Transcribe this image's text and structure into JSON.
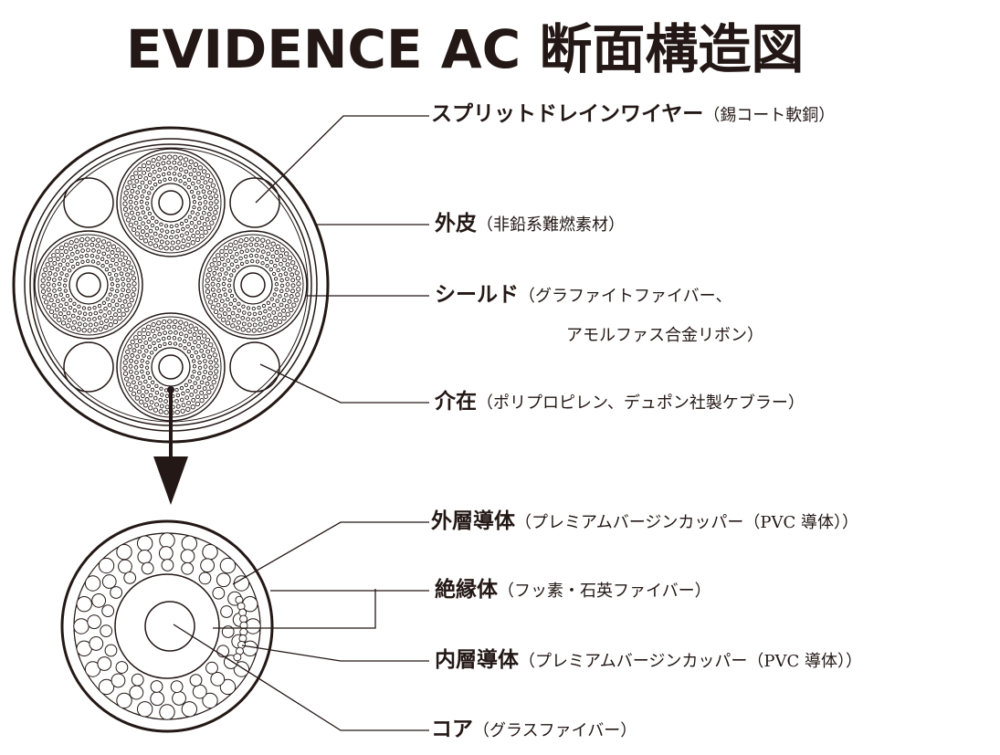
{
  "title": "EVIDENCE AC 断面構造図",
  "labels": {
    "drain_wire": {
      "name": "スプリットドレインワイヤー",
      "desc": "（錫コート軟銅）"
    },
    "jacket": {
      "name": "外皮",
      "desc": "（非鉛系難燃素材）"
    },
    "shield": {
      "name": "シールド",
      "desc": "（グラファイトファイバー、",
      "desc2": "アモルファス合金リボン）"
    },
    "filler": {
      "name": "介在",
      "desc": "（ポリプロピレン、デュポン社製ケブラー）"
    },
    "outer_conductor": {
      "name": "外層導体",
      "desc": "（プレミアムバージンカッパー（PVC 導体））"
    },
    "insulator": {
      "name": "絶縁体",
      "desc": "（フッ素・石英ファイバー）"
    },
    "inner_conductor": {
      "name": "内層導体",
      "desc": "（プレミアムバージンカッパー（PVC 導体））"
    },
    "core": {
      "name": "コア",
      "desc": "（グラスファイバー）"
    }
  },
  "colors": {
    "ink": "#231815",
    "background": "#ffffff"
  }
}
